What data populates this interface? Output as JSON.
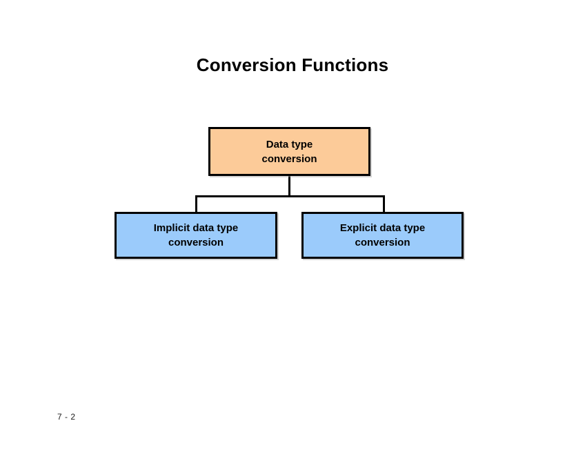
{
  "slide": {
    "title": "Conversion Functions",
    "page_number": "7 - 2",
    "background_color": "#ffffff"
  },
  "diagram": {
    "type": "hierarchy-tree",
    "colors": {
      "root_fill": "#fccb99",
      "child_fill": "#9bcbfb",
      "border": "#000000",
      "connector": "#000000",
      "text": "#000000"
    },
    "nodes": {
      "root": {
        "label": "Data type\nconversion",
        "line1": "Data type",
        "line2": "conversion",
        "fill": "#fccb99"
      },
      "child_left": {
        "label": "Implicit data type\nconversion",
        "line1": "Implicit data type",
        "line2": "conversion",
        "fill": "#9bcbfb"
      },
      "child_right": {
        "label": "Explicit data type\nconversion",
        "line1": "Explicit data type",
        "line2": "conversion",
        "fill": "#9bcbfb"
      }
    },
    "edges": [
      {
        "from": "root",
        "to": "child_left"
      },
      {
        "from": "root",
        "to": "child_right"
      }
    ]
  }
}
